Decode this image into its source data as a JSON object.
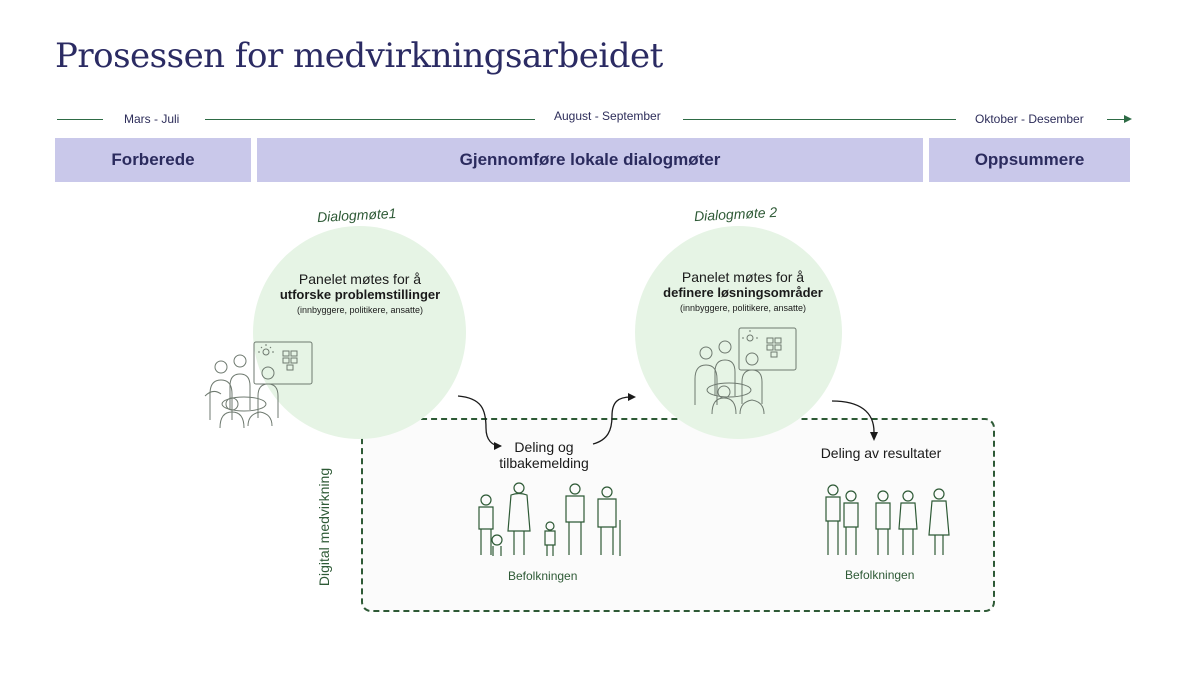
{
  "title": "Prosessen for medvirkningsarbeidet",
  "timeline": {
    "period_1": "Mars - Juli",
    "period_2": "August - September",
    "period_3": "Oktober - Desember"
  },
  "phases": {
    "prepare": "Forberede",
    "dialog": "Gjennomføre lokale dialogmøter",
    "summarize": "Oppsummere"
  },
  "meeting_1": {
    "title": "Dialogmøte1",
    "line1": "Panelet møtes for å",
    "line2": "utforske problemstillinger",
    "line3": "(innbyggere, politikere, ansatte)"
  },
  "meeting_2": {
    "title": "Dialogmøte 2",
    "line1": "Panelet møtes for å",
    "line2": "definere løsningsområder",
    "line3": "(innbyggere, politikere, ansatte)"
  },
  "digital_label": "Digital medvirkning",
  "sharing_feedback": {
    "line1": "Deling og",
    "line2": "tilbakemelding"
  },
  "sharing_results": "Deling av resultater",
  "population_1": "Befolkningen",
  "population_2": "Befolkningen",
  "colors": {
    "title": "#2b2b63",
    "phase_bg": "#c9c8ea",
    "circle_bg": "#e6f4e5",
    "accent_green": "#2e5a36"
  }
}
